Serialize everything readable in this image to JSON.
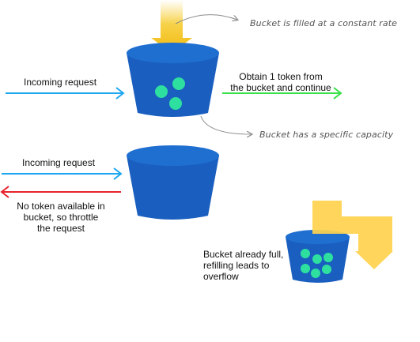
{
  "colors": {
    "bucket_top": "#1f6fd1",
    "bucket_body": "#1a5fbf",
    "token": "#2ee0a0",
    "incoming_arrow": "#1ea7f0",
    "success_arrow": "#39e04a",
    "throttle_arrow": "#e8222c",
    "fill_arrow": "#f5c518",
    "overflow_arrow": "#ffd34d",
    "annotation_line": "#8c8c8c"
  },
  "icons": {
    "bucket": "bucket-icon",
    "token": "token-icon"
  },
  "scenario_1": {
    "fill_note": "Bucket is filled at a constant rate",
    "incoming_label": "Incoming request",
    "success_label_line1": "Obtain 1 token from",
    "success_label_line2": "the bucket and continue",
    "capacity_note": "Bucket has a specific capacity",
    "token_count": 3
  },
  "scenario_2": {
    "incoming_label": "Incoming request",
    "throttle_label_line1": "No token available in",
    "throttle_label_line2": "bucket, so throttle",
    "throttle_label_line3": "the request",
    "token_count": 0
  },
  "scenario_3": {
    "overflow_label_line1": "Bucket already full,",
    "overflow_label_line2": "refilling leads to",
    "overflow_label_line3": "overflow",
    "token_count": 6
  }
}
